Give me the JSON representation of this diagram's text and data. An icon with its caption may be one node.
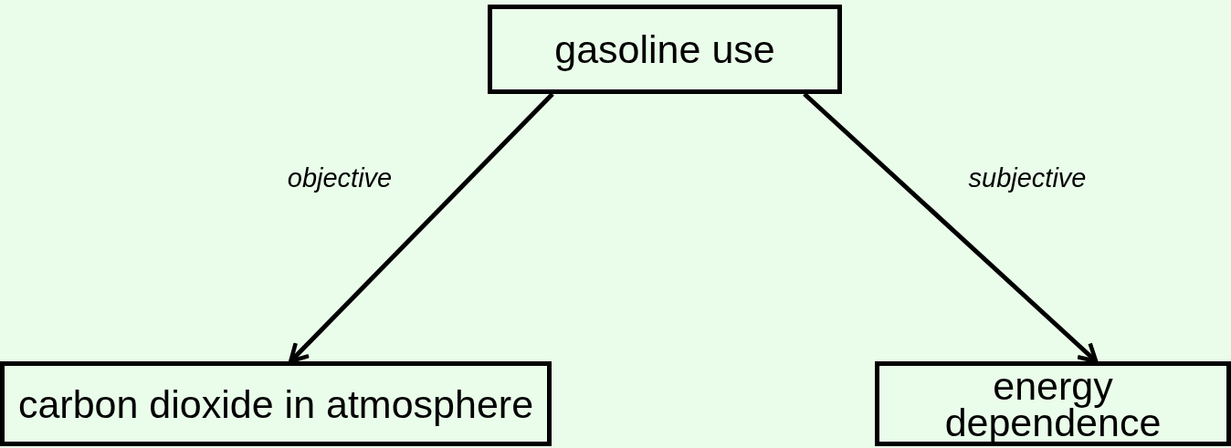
{
  "diagram": {
    "nodes": [
      {
        "text": [
          "gasoline use"
        ]
      },
      {
        "text": [
          "carbon dioxide in atmosphere"
        ]
      },
      {
        "text": [
          "energy dependence"
        ]
      }
    ],
    "edges": [
      {
        "from": 0,
        "to": 1,
        "arrow": "to",
        "label": "objective"
      },
      {
        "from": 0,
        "to": 2,
        "arrow": "to",
        "label": "subjective"
      }
    ]
  }
}
